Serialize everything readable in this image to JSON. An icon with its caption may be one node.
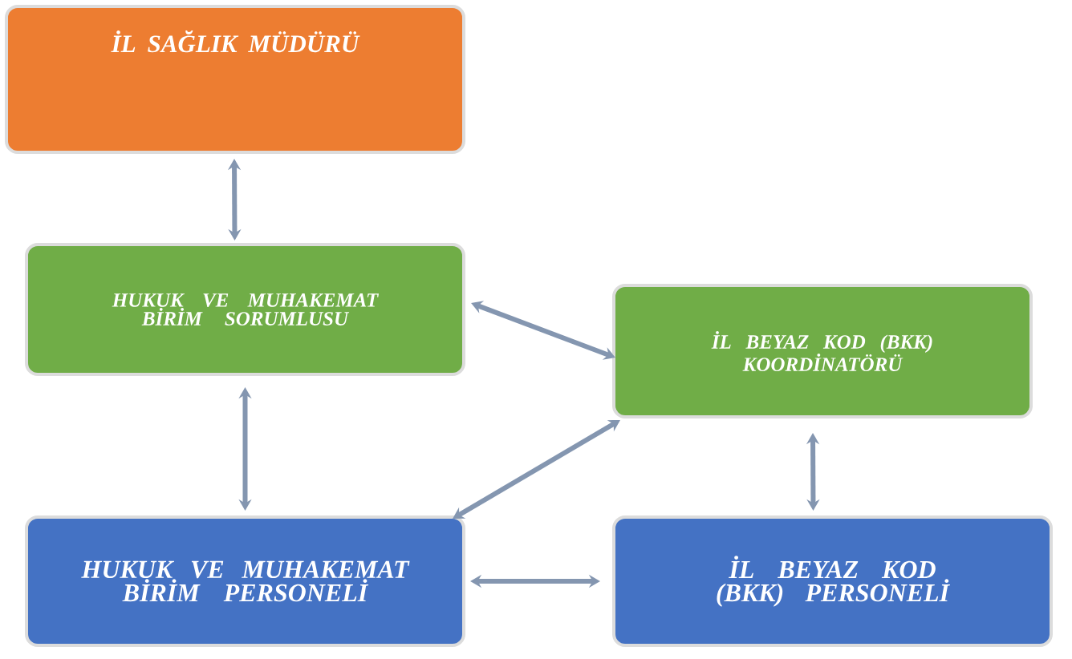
{
  "diagram": {
    "nodes": [
      {
        "text": [
          "İL SAĞLIK MÜDÜRÜ"
        ]
      },
      {
        "text": [
          "HUKUK VE MUHAKEMAT BİRİM SORUMLUSU"
        ]
      },
      {
        "text": [
          "İL BEYAZ KOD (BKK) KOORDİNATÖRÜ"
        ]
      },
      {
        "text": [
          "HUKUK VE MUHAKEMAT BİRİM PERSONELİ"
        ]
      },
      {
        "text": [
          "İL BEYAZ KOD (BKK) PERSONELİ"
        ]
      }
    ],
    "edges": [
      {
        "from": 0,
        "to": 1,
        "arrow": "both"
      },
      {
        "from": 1,
        "to": 2,
        "arrow": "both"
      },
      {
        "from": 1,
        "to": 3,
        "arrow": "both"
      },
      {
        "from": 3,
        "to": 2,
        "arrow": "both"
      },
      {
        "from": 2,
        "to": 4,
        "arrow": "both"
      },
      {
        "from": 3,
        "to": 4,
        "arrow": "both"
      }
    ]
  }
}
